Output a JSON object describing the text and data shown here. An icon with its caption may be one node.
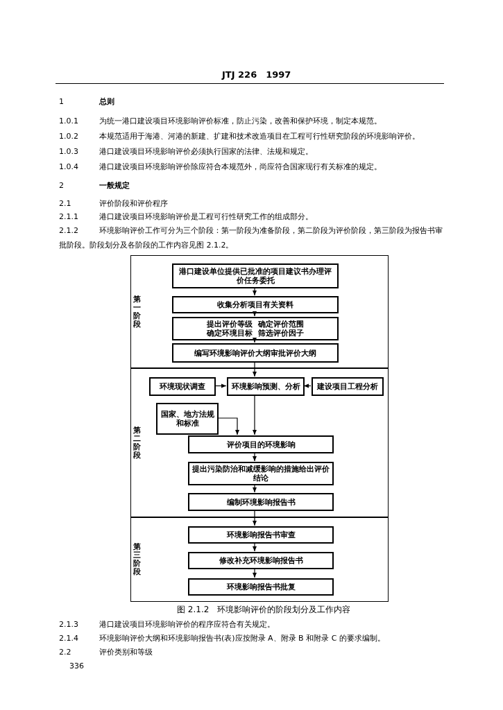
{
  "diagram": {
    "caption": "图 2.1.2　环境影响评价的阶段划分及工作内容",
    "nodes": [
      {
        "text": [
          "第一阶段"
        ]
      },
      {
        "text": [
          "港口建设单位提供已批准的项目建议书办理评价任务委托"
        ],
        "in": 0
      },
      {
        "text": [
          "收集分析项目有关资料"
        ],
        "in": 0
      },
      {
        "text": [
          "提出评价等级",
          "确定评价范围",
          "确定环境目标",
          "筛选评价因子"
        ],
        "in": 0
      },
      {
        "text": [
          "编写环境影响评价大纲审批评价大纲"
        ],
        "in": 0
      },
      {
        "text": [
          "第二阶段"
        ]
      },
      {
        "text": [
          "环境现状调查"
        ],
        "in": 5
      },
      {
        "text": [
          "环境影响预测、分析"
        ],
        "in": 5
      },
      {
        "text": [
          "建设项目工程分析"
        ],
        "in": 5
      },
      {
        "text": [
          "国家、地方法规和标准"
        ],
        "in": 5
      },
      {
        "text": [
          "评价项目的环境影响"
        ],
        "in": 5
      },
      {
        "text": [
          "提出污染防治和减缓影响的措施给出评价结论"
        ],
        "in": 5
      },
      {
        "text": [
          "编制环境影响报告书"
        ],
        "in": 5
      },
      {
        "text": [
          "第三阶段"
        ]
      },
      {
        "text": [
          "环境影响报告书审查"
        ],
        "in": 13
      },
      {
        "text": [
          "修改补充环境影响报告书"
        ],
        "in": 13
      },
      {
        "text": [
          "环境影响报告书批复"
        ],
        "in": 13
      }
    ],
    "edges": [
      {
        "from": 1,
        "to": 2,
        "arrow": "to"
      },
      {
        "from": 2,
        "to": 3,
        "arrow": "to"
      },
      {
        "from": 3,
        "to": 4,
        "arrow": "to"
      },
      {
        "from": 4,
        "to": 7,
        "arrow": "to"
      },
      {
        "from": 6,
        "to": 7,
        "arrow": "to"
      },
      {
        "from": 8,
        "to": 7,
        "arrow": "to"
      },
      {
        "from": 7,
        "to": 10,
        "arrow": "to"
      },
      {
        "from": 9,
        "to": 10,
        "arrow": "to"
      },
      {
        "from": 10,
        "to": 11,
        "arrow": "to"
      },
      {
        "from": 11,
        "to": 12,
        "arrow": "to"
      },
      {
        "from": 12,
        "to": 14,
        "arrow": "to"
      },
      {
        "from": 14,
        "to": 15,
        "arrow": "to"
      },
      {
        "from": 15,
        "to": 16,
        "arrow": "to"
      }
    ],
    "labels": [
      "JTJ 226　1997",
      "1",
      "总则",
      "1.0.1",
      "为统一港口建设项目环境影响评价标准，防止污染，改善和保护环境，制定本规范。",
      "1.0.2",
      "本规范适用于海港、河港的新建、扩建和技术改造项目在工程可行性研究阶段的环境影响评价。",
      "1.0.3",
      "港口建设项目环境影响评价必须执行国家的法律、法规和规定。",
      "1.0.4",
      "港口建设项目环境影响评价除应符合本规范外，尚应符合国家现行有关标准的规定。",
      "2",
      "一般规定",
      "2.1",
      "评价阶段和评价程序",
      "2.1.1",
      "港口建设项目环境影响评价是工程可行性研究工作的组成部分。",
      "2.1.2",
      "环境影响评价工作可分为三个阶段：第一阶段为准备阶段，第二阶段为评价阶段，第三阶段为报告书审批阶段。阶段划分及各阶段的工作内容见图 2.1.2。",
      "2.1.3",
      "港口建设项目环境影响评价的程序应符合有关规定。",
      "2.1.4",
      "环境影响评价大纲和环境影响报告书(表)应按附录 A、附录 B 和附录 C 的要求编制。",
      "2.2",
      "评价类别和等级",
      "336"
    ]
  }
}
